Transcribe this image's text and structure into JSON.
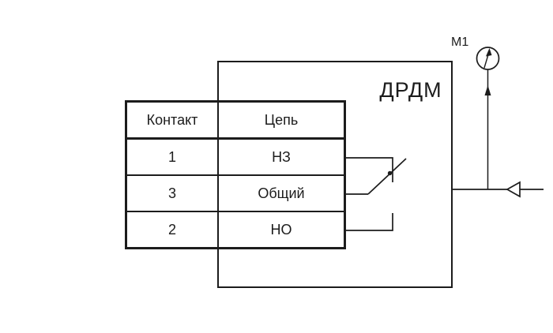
{
  "colors": {
    "line": "#1c1c1c",
    "background": "#ffffff"
  },
  "device": {
    "label": "ДРДМ"
  },
  "gauge": {
    "label": "М1"
  },
  "table": {
    "headers": {
      "contact": "Контакт",
      "circuit": "Цепь"
    },
    "rows": [
      {
        "contact": "1",
        "circuit": "НЗ"
      },
      {
        "contact": "3",
        "circuit": "Общий"
      },
      {
        "contact": "2",
        "circuit": "НО"
      }
    ]
  },
  "icons": {
    "pressure_gauge": "circle-with-needle",
    "flow_arrow": "open-left-pointing-triangle",
    "direction_arrow": "filled-up-pointing-triangle",
    "contact_dot": "filled-circle"
  }
}
